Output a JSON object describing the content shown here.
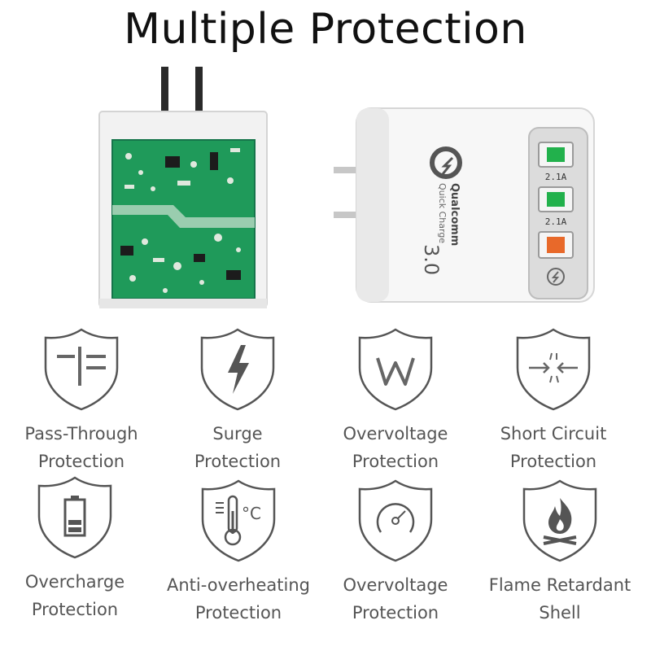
{
  "title": "Multiple Protection",
  "charger": {
    "brand": "Qualcomm",
    "product_line": "Quick Charge",
    "version": "3.0",
    "ports": [
      {
        "label": "2.1A",
        "color": "#22b14c"
      },
      {
        "label": "2.1A",
        "color": "#22b14c"
      },
      {
        "label": "",
        "color": "#e8692a"
      }
    ]
  },
  "colors": {
    "icon_stroke": "#555555",
    "label_text": "#555555",
    "pcb_green": "#1f9a5a",
    "port_green": "#22b14c",
    "port_orange": "#e8692a"
  },
  "features": [
    {
      "icon": "pass-through-icon",
      "line1": "Pass-Through",
      "line2": "Protection"
    },
    {
      "icon": "lightning-icon",
      "line1": "Surge",
      "line2": "Protection"
    },
    {
      "icon": "watt-w-icon",
      "line1": "Overvoltage",
      "line2": "Protection"
    },
    {
      "icon": "short-circuit-icon",
      "line1": "Short Circuit",
      "line2": "Protection"
    },
    {
      "icon": "battery-icon",
      "line1": "Overcharge",
      "line2": "Protection"
    },
    {
      "icon": "thermometer-icon",
      "line1": "Anti-overheating",
      "line2": "Protection",
      "glyph": "°C"
    },
    {
      "icon": "gauge-icon",
      "line1": "Overvoltage",
      "line2": "Protection"
    },
    {
      "icon": "flame-icon",
      "line1": "Flame Retardant",
      "line2": "Shell"
    }
  ]
}
